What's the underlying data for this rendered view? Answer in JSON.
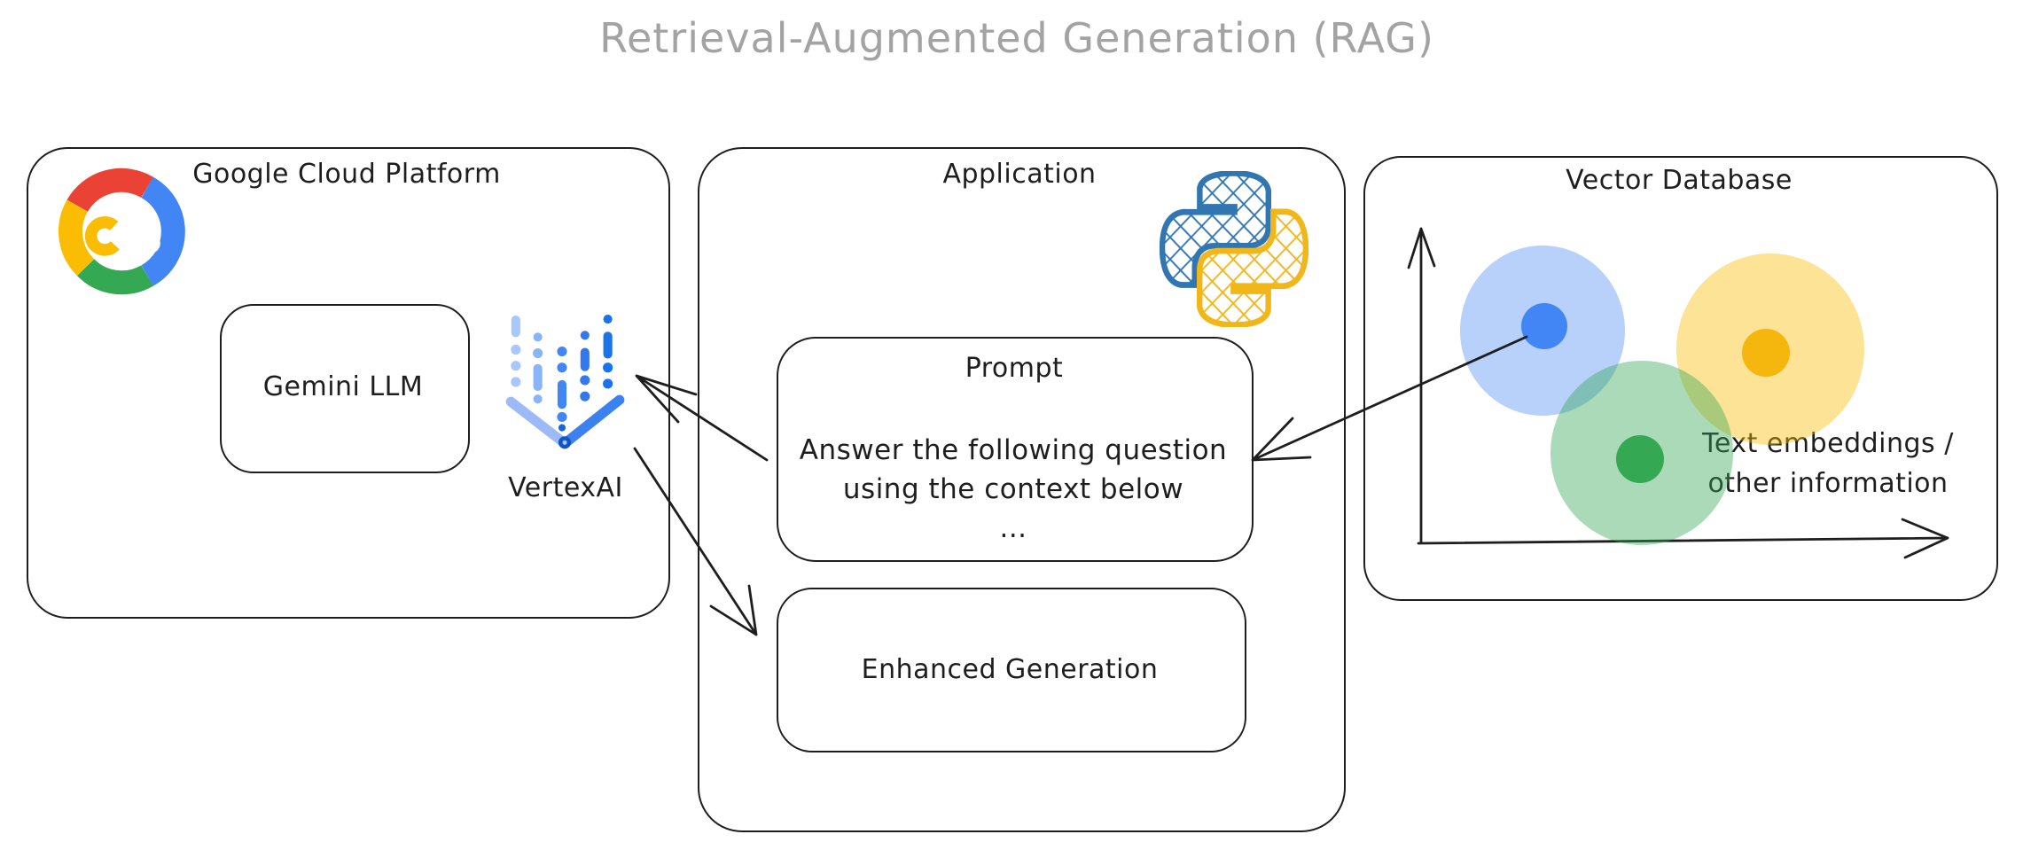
{
  "title": {
    "text": "Retrieval-Augmented Generation (RAG)",
    "color": "#a3a3a3"
  },
  "gcp": {
    "title": "Google Cloud Platform",
    "logo_icon": "google-cloud-logo",
    "gemini_box_label": "Gemini LLM",
    "vertex_icon": "vertex-ai-icon",
    "vertex_label": "VertexAI"
  },
  "application": {
    "title": "Application",
    "python_icon": "python-logo",
    "prompt_box": {
      "title": "Prompt",
      "body_lines": [
        "Answer the following question",
        "using the context below",
        "..."
      ]
    },
    "enhanced_box_label": "Enhanced Generation"
  },
  "vector_database": {
    "title": "Vector Database",
    "caption_lines": [
      "Text embeddings /",
      "other information"
    ],
    "plot": {
      "type": "sketch-scatter",
      "axes": "hand-drawn x-y axes with arrowheads",
      "clusters": [
        {
          "name": "blue-cluster",
          "halo_color": "#4285f4",
          "dot_color": "#4285f4"
        },
        {
          "name": "yellow-cluster",
          "halo_color": "#fbbc04",
          "dot_color": "#f5b60d"
        },
        {
          "name": "green-cluster",
          "halo_color": "#34a853",
          "dot_color": "#34a853"
        }
      ]
    }
  },
  "arrows": [
    {
      "name": "prompt-to-vertex-ai"
    },
    {
      "name": "vertex-ai-to-enhanced-generation"
    },
    {
      "name": "vector-db-to-prompt"
    }
  ],
  "colors": {
    "stroke": "#1e1e1e",
    "title_gray": "#a3a3a3",
    "google_red": "#ea4335",
    "google_blue": "#4285f4",
    "google_yellow": "#fbbc04",
    "google_green": "#34a853",
    "vertex_light_blue": "#a8c7fa",
    "vertex_dark_blue": "#1a73e8",
    "python_blue": "#3176b0",
    "python_yellow": "#f8c21d"
  }
}
